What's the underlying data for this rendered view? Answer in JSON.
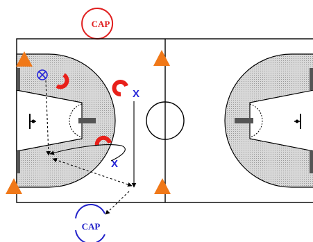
{
  "logos": {
    "top": {
      "text": "CAP",
      "color": "#e02020"
    },
    "bottom": {
      "text": "CAP",
      "color": "#2020c8"
    }
  },
  "players": {
    "offense_1": "X",
    "offense_2": "X"
  },
  "colors": {
    "court_line": "#000000",
    "key_fill": "#d4d4d4",
    "cone": "#f07818",
    "defender": "#e8201a",
    "offense": "#2626d8",
    "ball_carrier": "#2626d8"
  },
  "icons": [
    "cone-icon",
    "defender-icon",
    "ball-carrier-icon",
    "player-x-icon"
  ]
}
